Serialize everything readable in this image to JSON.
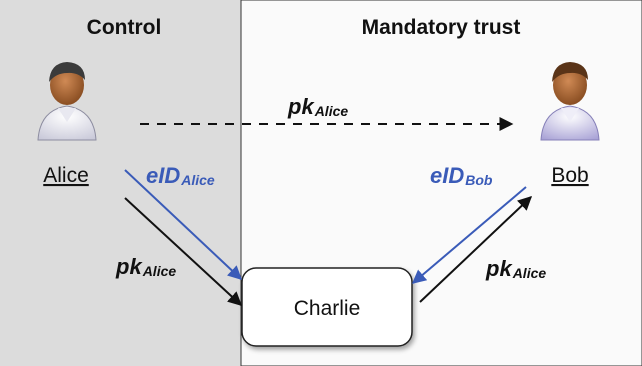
{
  "zones": {
    "control": {
      "title": "Control",
      "fill": "#dcdcdc"
    },
    "trust": {
      "title": "Mandatory trust",
      "fill": "#fafafa"
    }
  },
  "parties": {
    "alice": {
      "name": "Alice",
      "icon": "user-icon"
    },
    "bob": {
      "name": "Bob",
      "icon": "user-icon"
    },
    "charlie": {
      "name": "Charlie"
    }
  },
  "edges": {
    "alice_to_bob": {
      "main": "pk",
      "sub": "Alice",
      "style": "dashed",
      "color": "#111111"
    },
    "alice_eid": {
      "main": "eID",
      "sub": "Alice",
      "color": "#3a5bb8"
    },
    "bob_eid": {
      "main": "eID",
      "sub": "Bob",
      "color": "#3a5bb8"
    },
    "alice_pk": {
      "main": "pk",
      "sub": "Alice",
      "color": "#111111"
    },
    "bob_pk": {
      "main": "pk",
      "sub": "Alice",
      "color": "#111111"
    }
  },
  "colors": {
    "accent_blue": "#3a5bb8",
    "ink": "#111111"
  }
}
